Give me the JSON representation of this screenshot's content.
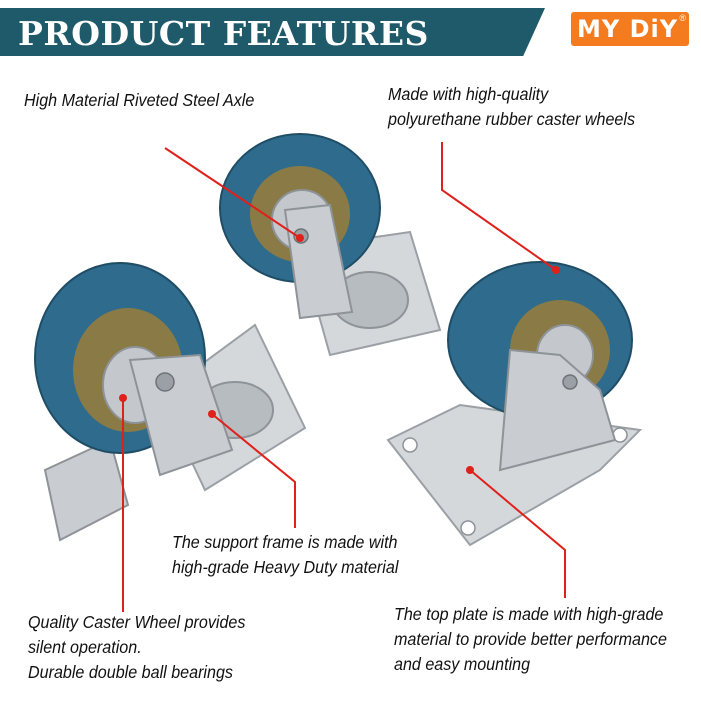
{
  "header": {
    "title": "PRODUCT FEATURES",
    "logo_text": "MY DiY",
    "logo_mark": "®",
    "banner_color": "#1f5a6b",
    "logo_color": "#f47b1e"
  },
  "features": {
    "axle": {
      "lines": [
        "High Material Riveted Steel Axle"
      ]
    },
    "wheels": {
      "lines": [
        "Made with high-quality",
        "polyurethane rubber caster wheels"
      ]
    },
    "frame": {
      "lines": [
        "The support frame is made with",
        "high-grade Heavy Duty material"
      ]
    },
    "caster": {
      "lines": [
        "Quality Caster Wheel provides",
        "silent operation.",
        "Durable double ball bearings"
      ]
    },
    "plate": {
      "lines": [
        "The top plate is made with  high-grade",
        "material to provide better performance",
        "and easy mounting"
      ]
    }
  },
  "colors": {
    "wheel": "#2f6b8c",
    "hub": "#8a7a45",
    "metal": "#c4c8cc",
    "pointer": "#e0201a"
  }
}
